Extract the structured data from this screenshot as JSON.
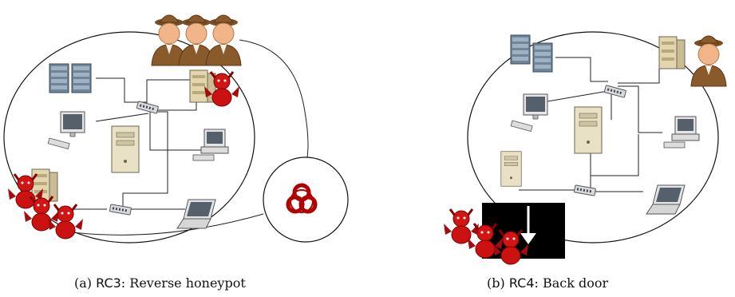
{
  "panels": [
    {
      "id": "a",
      "caption": {
        "tag": "(a)",
        "code": "RC3",
        "text": ": Reverse honeypot"
      },
      "icons": [
        "server-rack-icon",
        "network-switch-icon",
        "desktop-monitor-icon",
        "tower-server-icon",
        "workstation-icon",
        "laptop-icon",
        "file-server-icon",
        "detective-group-icon",
        "devil-icon",
        "biohazard-icon"
      ]
    },
    {
      "id": "b",
      "caption": {
        "tag": "(b)",
        "code": "RC4",
        "text": ": Back door"
      },
      "icons": [
        "server-rack-icon",
        "network-switch-icon",
        "desktop-monitor-icon",
        "tower-server-icon",
        "workstation-icon",
        "laptop-icon",
        "file-server-icon",
        "detective-icon",
        "devil-icon",
        "down-arrow-icon"
      ]
    }
  ],
  "colors": {
    "devil": "#cc1111",
    "biohazard": "#b00000",
    "rack": "#7a8fa3",
    "beige": "#e8dfc4",
    "detective_coat": "#8a5a2b"
  }
}
